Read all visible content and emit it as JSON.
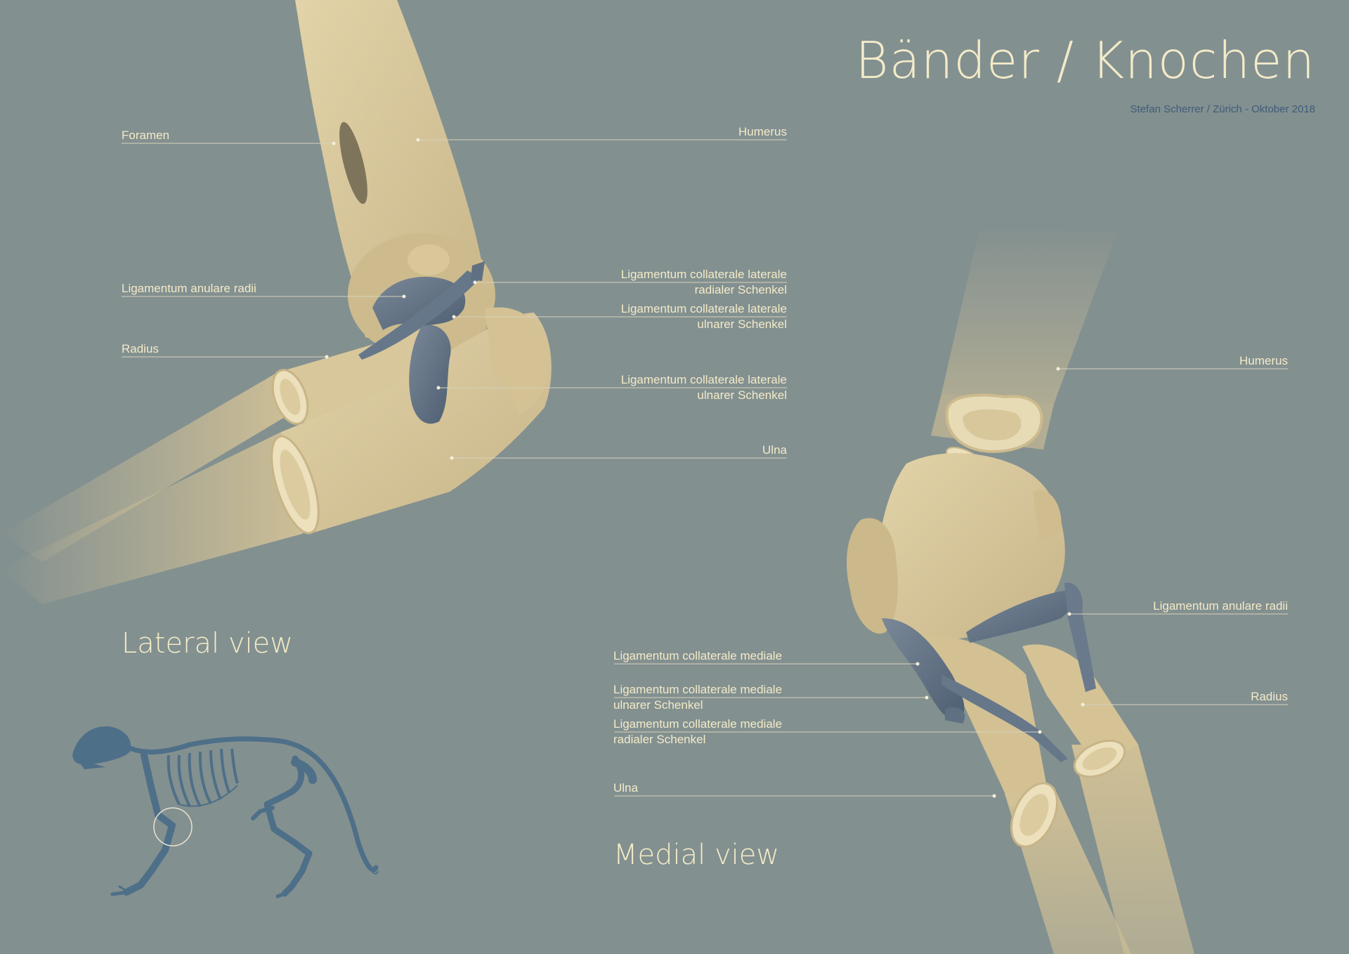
{
  "title": "Bänder / Knochen",
  "credit": "Stefan Scherrer / Zürich - Oktober 2018",
  "colors": {
    "background": "#839090",
    "bone": "#d6c59a",
    "ligament": "#5f7082",
    "text": "#f3ebc8",
    "credit": "#3e5c78",
    "skeleton": "#4e6f88"
  },
  "lateral": {
    "heading": "Lateral view",
    "labels": {
      "foramen": "Foramen",
      "humerus": "Humerus",
      "anulare": "Ligamentum anulare radii",
      "lat_radial_1": "Ligamentum collaterale laterale",
      "lat_radial_2": "radialer Schenkel",
      "lat_ulnar_1": "Ligamentum collaterale laterale",
      "lat_ulnar_2": "ulnarer Schenkel",
      "radius": "Radius",
      "lat_ulnar_b1": "Ligamentum collaterale laterale",
      "lat_ulnar_b2": "ulnarer Schenkel",
      "ulna": "Ulna"
    }
  },
  "medial": {
    "heading": "Medial view",
    "labels": {
      "humerus": "Humerus",
      "anulare": "Ligamentum anulare radii",
      "med": "Ligamentum collaterale mediale",
      "radius": "Radius",
      "med_ulnar_1": "Ligamentum collaterale mediale",
      "med_ulnar_2": "ulnarer Schenkel",
      "med_radial_1": "Ligamentum collaterale mediale",
      "med_radial_2": "radialer Schenkel",
      "ulna": "Ulna"
    }
  },
  "icons": [
    "skeleton-icon",
    "locator-circle-icon"
  ]
}
